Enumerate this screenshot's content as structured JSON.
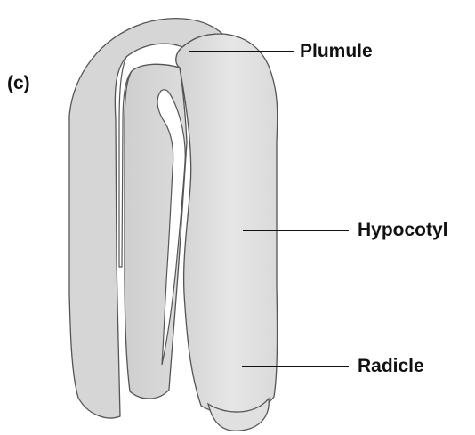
{
  "panel_label": "(c)",
  "labels": {
    "plumule": "Plumule",
    "hypocotyl": "Hypocotyl",
    "radicle": "Radicle"
  },
  "colors": {
    "fill_light": "#e6e6e6",
    "fill_mid": "#d3d3d3",
    "outline": "#555555",
    "text": "#111111",
    "background": "#ffffff"
  }
}
